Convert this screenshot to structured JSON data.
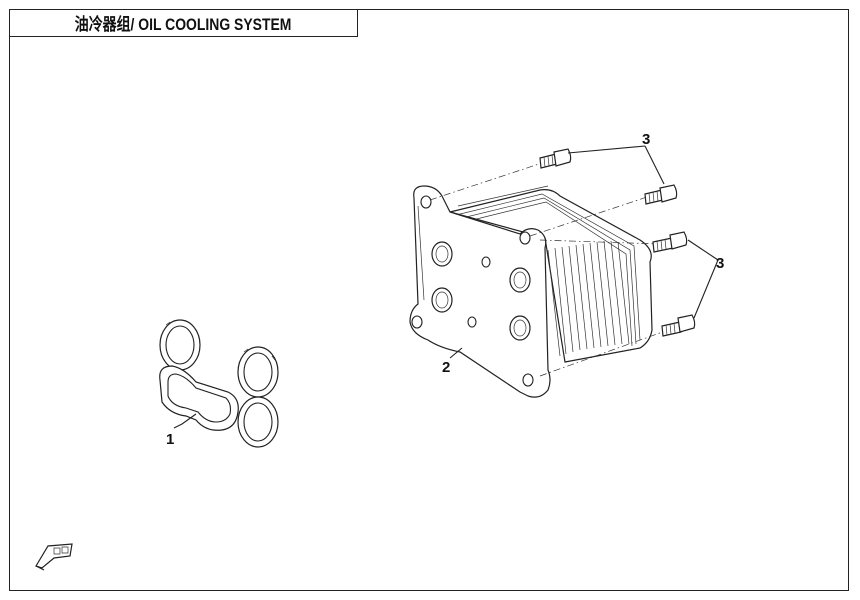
{
  "title": "油冷器组/ OIL COOLING SYSTEM",
  "callouts": {
    "gasket": "1",
    "cooler": "2",
    "bolts_top": "3",
    "bolts_right": "3"
  },
  "icons": {
    "orientation": "view-direction-arrow-icon"
  },
  "colors": {
    "line": "#222222",
    "background": "#ffffff"
  }
}
